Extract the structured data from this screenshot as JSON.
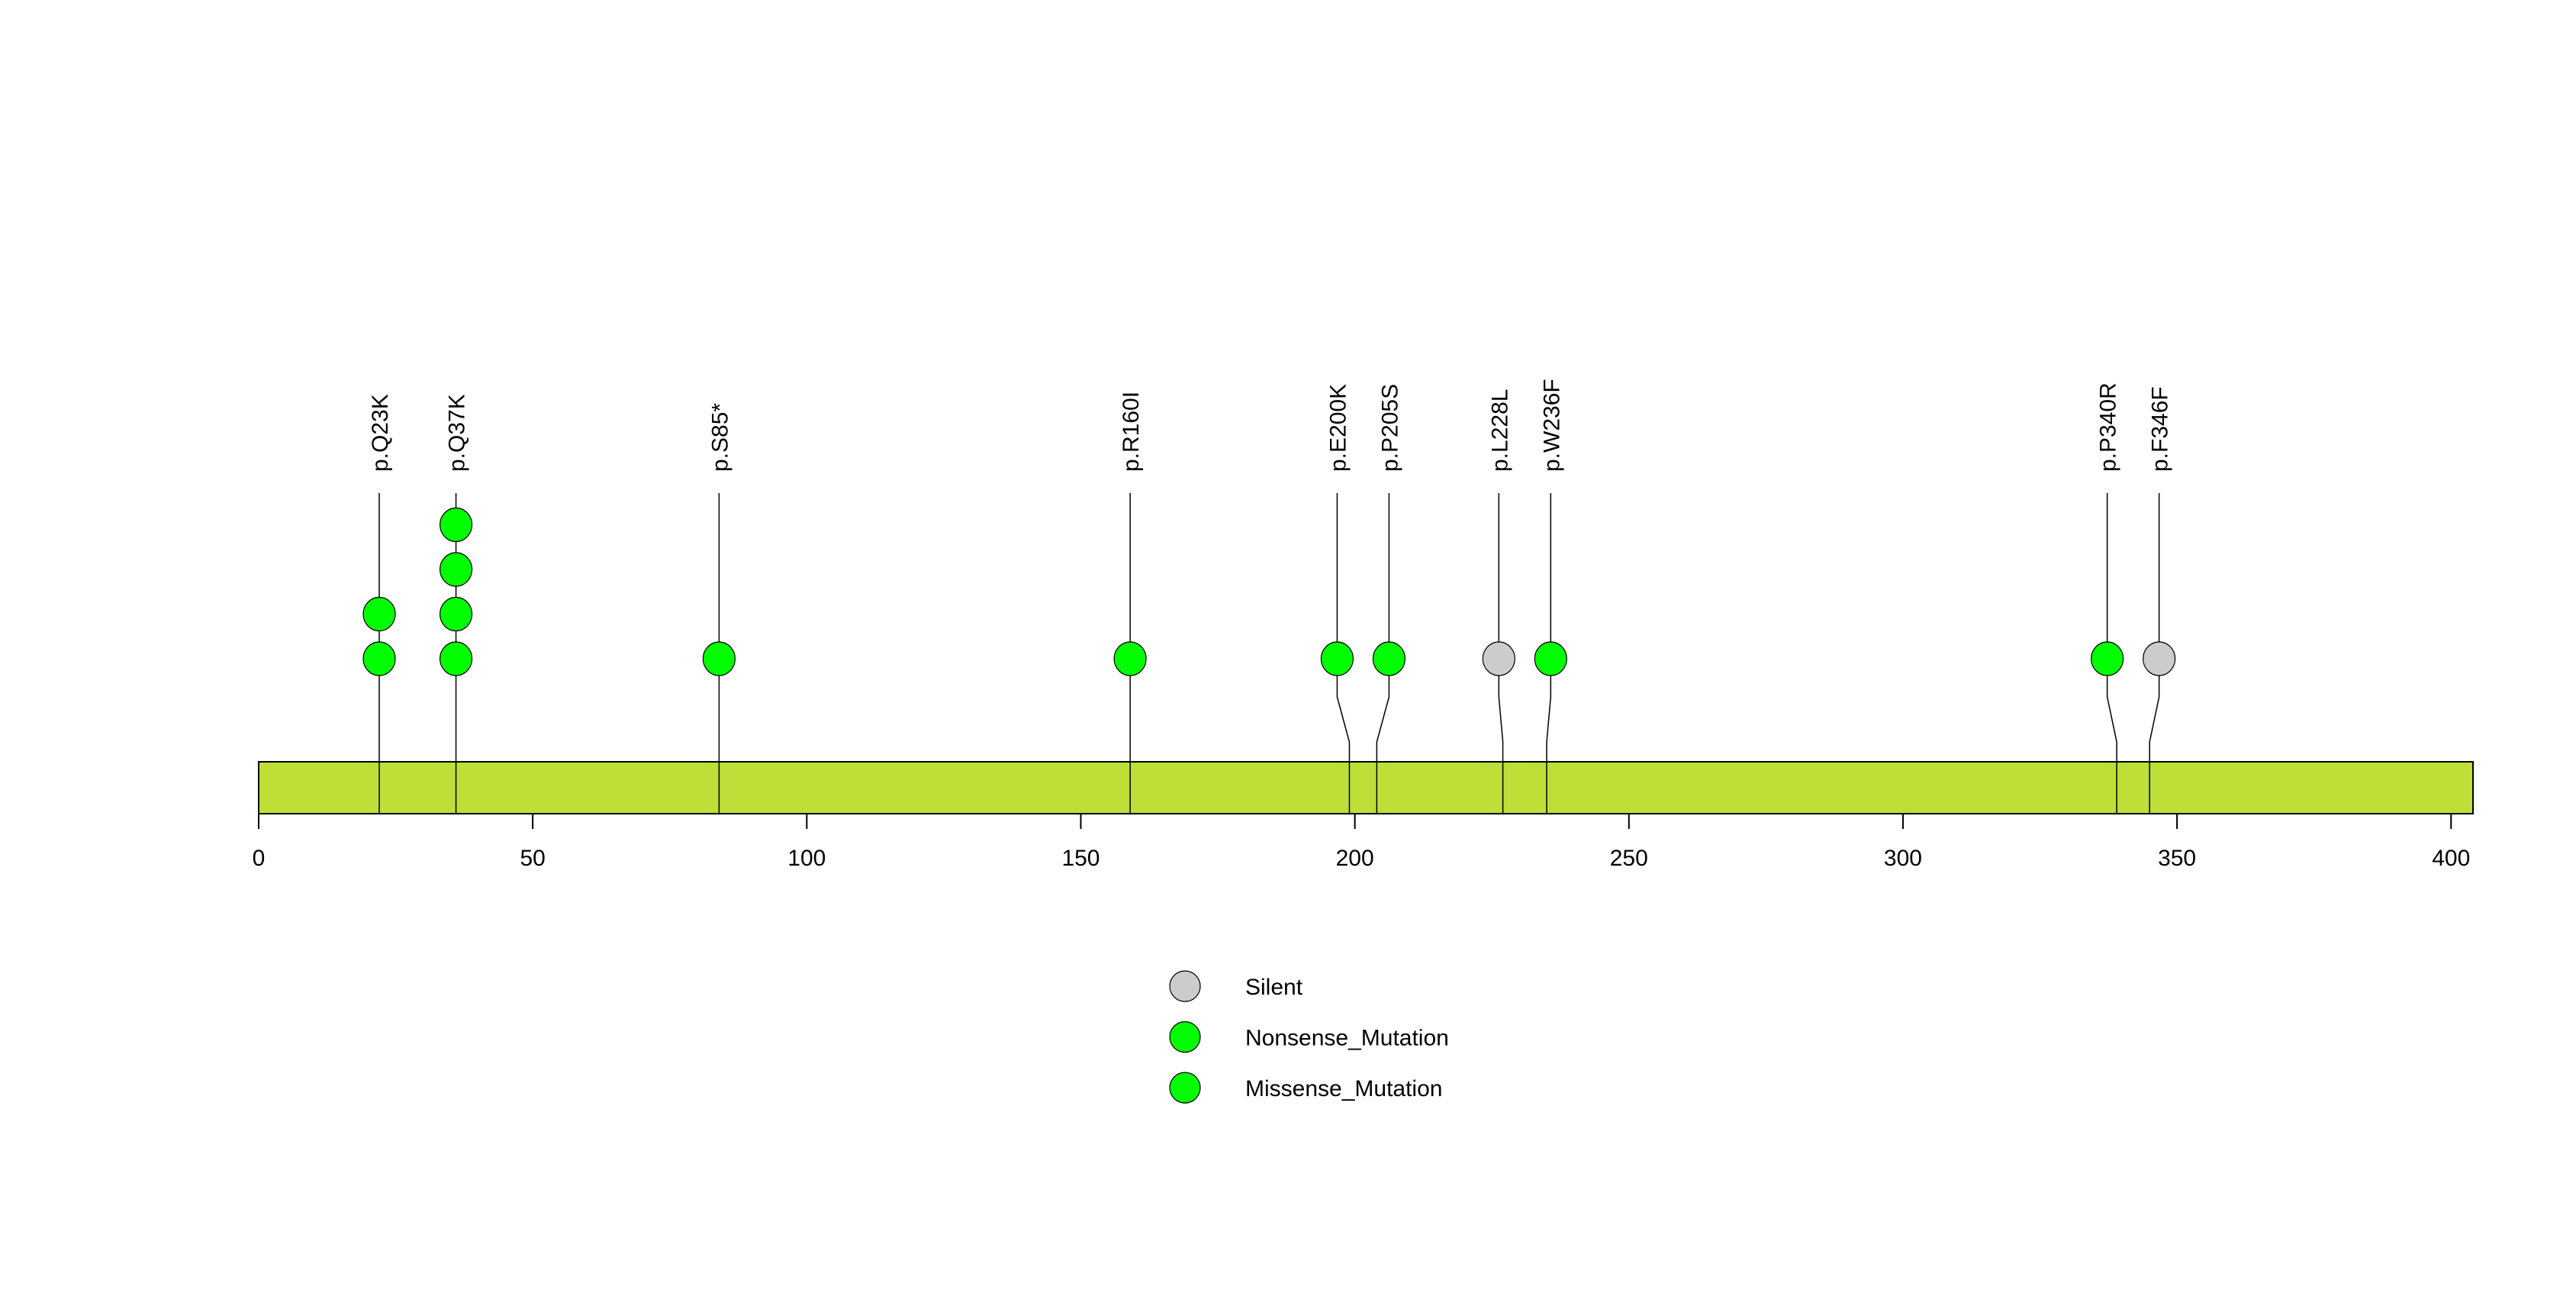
{
  "chart_data": {
    "type": "lollipop",
    "title": "",
    "xlabel": "",
    "ylabel": "",
    "xlim": [
      0,
      404
    ],
    "xticks": [
      0,
      50,
      100,
      150,
      200,
      250,
      300,
      350,
      400
    ],
    "xtick_labels": [
      "0",
      "50",
      "100",
      "150",
      "200",
      "250",
      "300",
      "350",
      "400"
    ],
    "protein_length": 404,
    "domain_color": "#bedf37",
    "mutations": [
      {
        "label": "p.Q23K",
        "position": 23,
        "count": 2,
        "type": "Missense_Mutation"
      },
      {
        "label": "p.Q37K",
        "position": 37,
        "count": 4,
        "type": "Missense_Mutation"
      },
      {
        "label": "p.S85*",
        "position": 85,
        "count": 1,
        "type": "Nonsense_Mutation"
      },
      {
        "label": "p.R160I",
        "position": 160,
        "count": 1,
        "type": "Missense_Mutation"
      },
      {
        "label": "p.E200K",
        "position": 200,
        "count": 1,
        "type": "Missense_Mutation"
      },
      {
        "label": "p.P205S",
        "position": 205,
        "count": 1,
        "type": "Missense_Mutation"
      },
      {
        "label": "p.L228L",
        "position": 228,
        "count": 1,
        "type": "Silent"
      },
      {
        "label": "p.W236F",
        "position": 236,
        "count": 1,
        "type": "Missense_Mutation"
      },
      {
        "label": "p.P340R",
        "position": 340,
        "count": 1,
        "type": "Missense_Mutation"
      },
      {
        "label": "p.F346F",
        "position": 346,
        "count": 1,
        "type": "Silent"
      }
    ],
    "legend": {
      "placement": "bottom-center",
      "entries": [
        {
          "label": "Silent",
          "color": "#cccccc"
        },
        {
          "label": "Nonsense_Mutation",
          "color": "#00ff00"
        },
        {
          "label": "Missense_Mutation",
          "color": "#00ff00"
        }
      ]
    }
  }
}
